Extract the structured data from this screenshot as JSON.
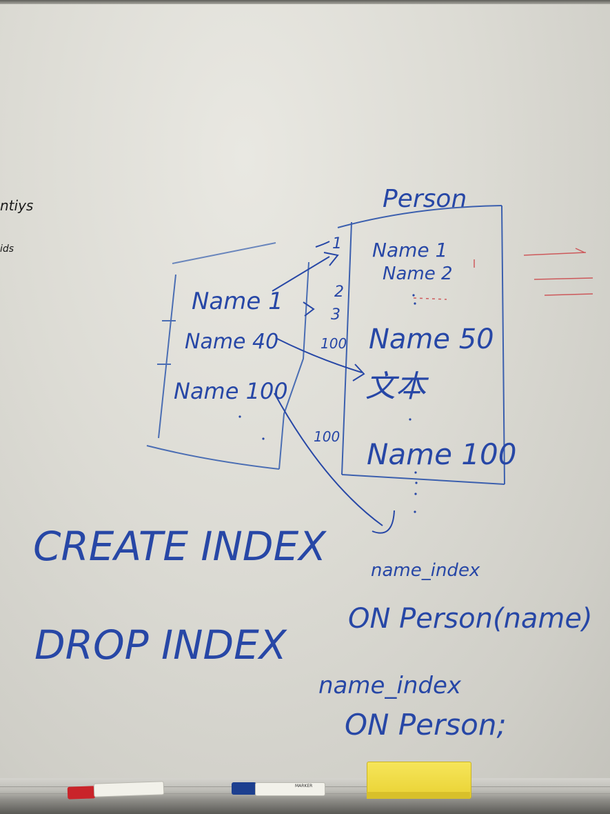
{
  "left_table": {
    "rows": [
      "Name 1",
      "Name 40",
      "Name 100"
    ]
  },
  "person_table": {
    "title": "Person",
    "rows": [
      "Name 1",
      "Name 2",
      "Name 50",
      "文本",
      "Name 100"
    ],
    "row_numbers": [
      "1",
      "2",
      "3",
      "100",
      "100"
    ]
  },
  "statements": {
    "create_keyword": "CREATE INDEX",
    "create_index_name": "name_index",
    "create_on": "ON Person(name)",
    "drop_keyword": "DROP INDEX",
    "drop_index_name": "name_index",
    "drop_on": "ON Person;"
  },
  "margin_text": {
    "fragment_1": "ntiys",
    "fragment_2": "ids"
  },
  "tray": {
    "marker_label": "MARKER"
  },
  "colors": {
    "ink_blue": "#2747a6",
    "ink_red": "#c9242a",
    "board": "#dcdbd4"
  }
}
